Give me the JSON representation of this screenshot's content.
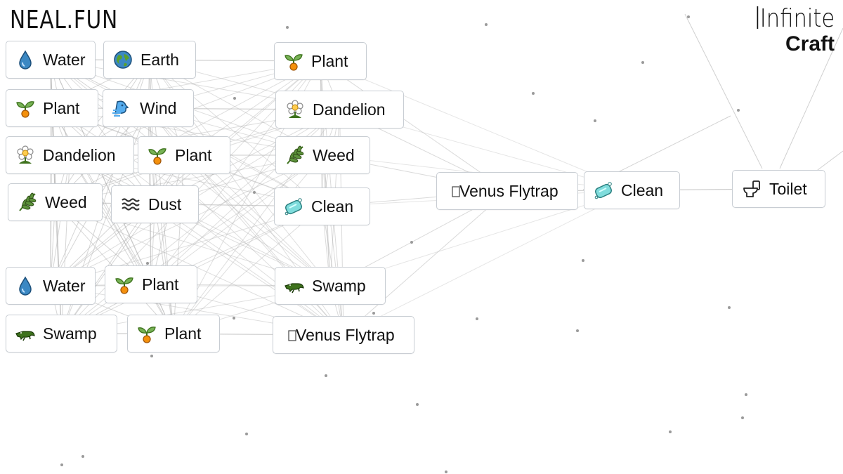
{
  "header": {
    "logo_text": "NEAL.FUN",
    "brand_line1": "Infinite",
    "brand_line2": "Craft"
  },
  "items": [
    {
      "label": "Water",
      "icon": "water-drop-icon"
    },
    {
      "label": "Earth",
      "icon": "globe-icon"
    },
    {
      "label": "Plant",
      "icon": "seedling-icon"
    },
    {
      "label": "Wind",
      "icon": "wind-face-icon"
    },
    {
      "label": "Dandelion",
      "icon": "flower-icon"
    },
    {
      "label": "Plant",
      "icon": "seedling-icon"
    },
    {
      "label": "Weed",
      "icon": "herb-icon"
    },
    {
      "label": "Dust",
      "icon": "dust-waves-icon"
    },
    {
      "label": "Water",
      "icon": "water-drop-icon"
    },
    {
      "label": "Plant",
      "icon": "seedling-icon"
    },
    {
      "label": "Swamp",
      "icon": "crocodile-icon"
    },
    {
      "label": "Plant",
      "icon": "seedling-icon"
    },
    {
      "label": "Plant",
      "icon": "seedling-icon"
    },
    {
      "label": "Dandelion",
      "icon": "flower-icon"
    },
    {
      "label": "Weed",
      "icon": "herb-icon"
    },
    {
      "label": "Clean",
      "icon": "soap-icon"
    },
    {
      "label": "Swamp",
      "icon": "crocodile-icon"
    },
    {
      "label": "Venus Flytrap",
      "icon": "missing-glyph-icon"
    },
    {
      "label": "Venus Flytrap",
      "icon": "missing-glyph-icon"
    },
    {
      "label": "Clean",
      "icon": "soap-icon"
    },
    {
      "label": "Toilet",
      "icon": "toilet-icon"
    }
  ]
}
